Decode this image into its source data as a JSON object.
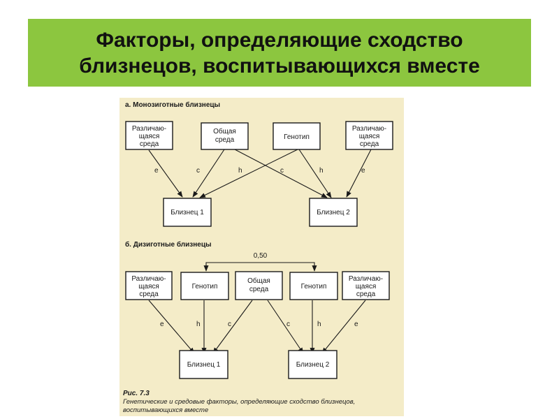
{
  "title": {
    "line1": "Факторы, определяющие сходство",
    "line2": "близнецов, воспитывающихся вместе"
  },
  "colors": {
    "banner": "#8cc63f",
    "panel": "#f4ecc8"
  },
  "diagram": {
    "section_a": {
      "label": "а. Монозиготные близнецы",
      "boxes": {
        "env_left": [
          "Различаю-",
          "щаяся",
          "среда"
        ],
        "shared": [
          "Общая",
          "среда"
        ],
        "genotype": [
          "Генотип"
        ],
        "env_right": [
          "Различаю-",
          "щаяся",
          "среда"
        ],
        "twin1": [
          "Близнец 1"
        ],
        "twin2": [
          "Близнец 2"
        ]
      },
      "edge_labels": {
        "e_left": "e",
        "c_left": "c",
        "h_left": "h",
        "c_right": "c",
        "h_right": "h",
        "e_right": "e"
      }
    },
    "section_b": {
      "label": "б. Дизиготные близнецы",
      "correlation": "0,50",
      "boxes": {
        "env_left": [
          "Различаю-",
          "щаяся",
          "среда"
        ],
        "genotype1": [
          "Генотип"
        ],
        "shared": [
          "Общая",
          "среда"
        ],
        "genotype2": [
          "Генотип"
        ],
        "env_right": [
          "Различаю-",
          "щаяся",
          "среда"
        ],
        "twin1": [
          "Близнец 1"
        ],
        "twin2": [
          "Близнец 2"
        ]
      },
      "edge_labels": {
        "e_left": "e",
        "h_left": "h",
        "c_left": "c",
        "c_right": "c",
        "h_right": "h",
        "e_right": "e"
      }
    },
    "caption": {
      "title": "Рис. 7.3",
      "line1": "Генетические и средовые факторы, определяющие сходство близнецов,",
      "line2": "воспитывающихся вместе"
    }
  }
}
